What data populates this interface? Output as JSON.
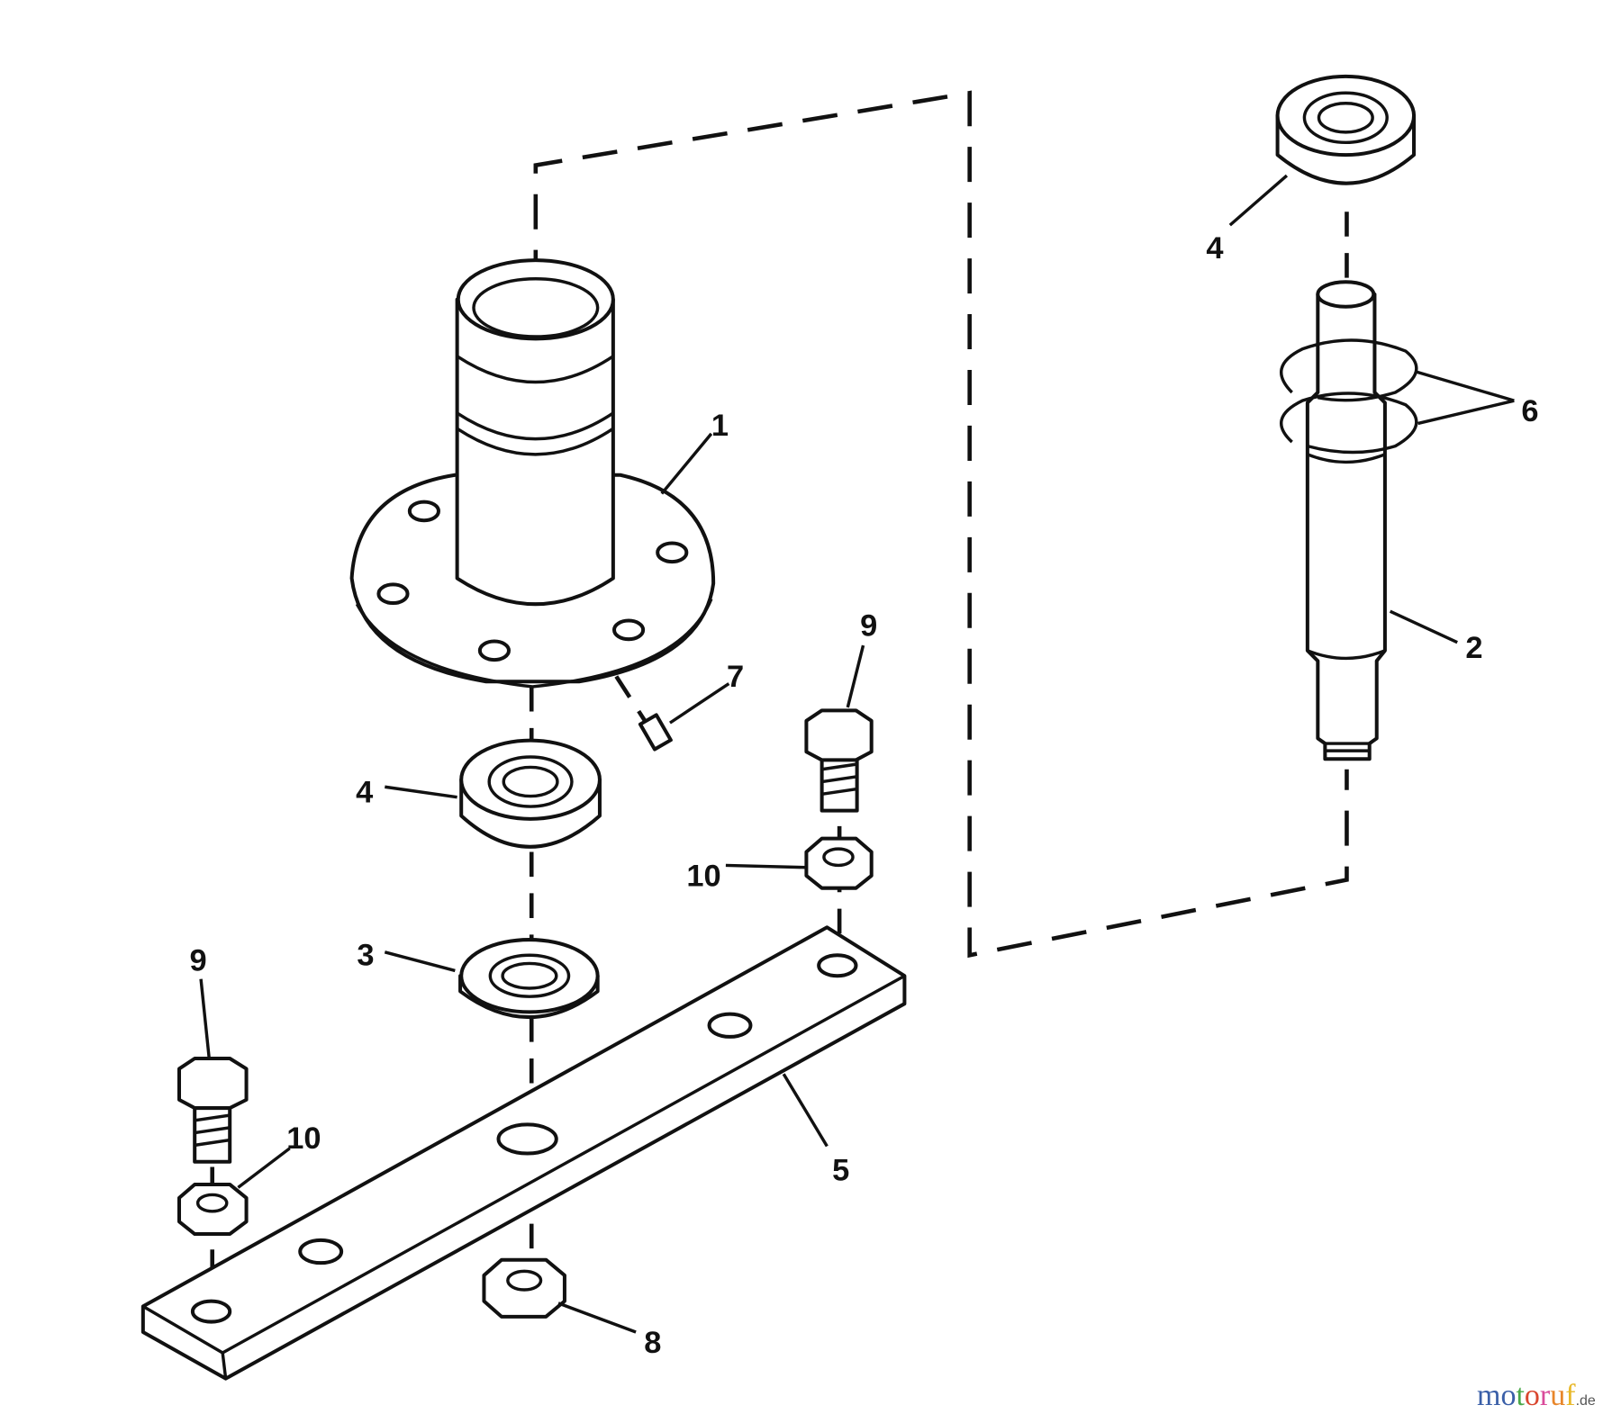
{
  "diagram": {
    "callouts": {
      "c1": "1",
      "c2": "2",
      "c3": "3",
      "c4a": "4",
      "c4b": "4",
      "c5": "5",
      "c6": "6",
      "c7": "7",
      "c8": "8",
      "c9a": "9",
      "c9b": "9",
      "c10a": "10",
      "c10b": "10"
    }
  },
  "watermark": {
    "text": "motoruf",
    "suffix": ".de",
    "colors": [
      "#3a5fa8",
      "#3a5fa8",
      "#4aa84a",
      "#d9462e",
      "#d94a9a",
      "#e8862a",
      "#e8b82a"
    ]
  }
}
